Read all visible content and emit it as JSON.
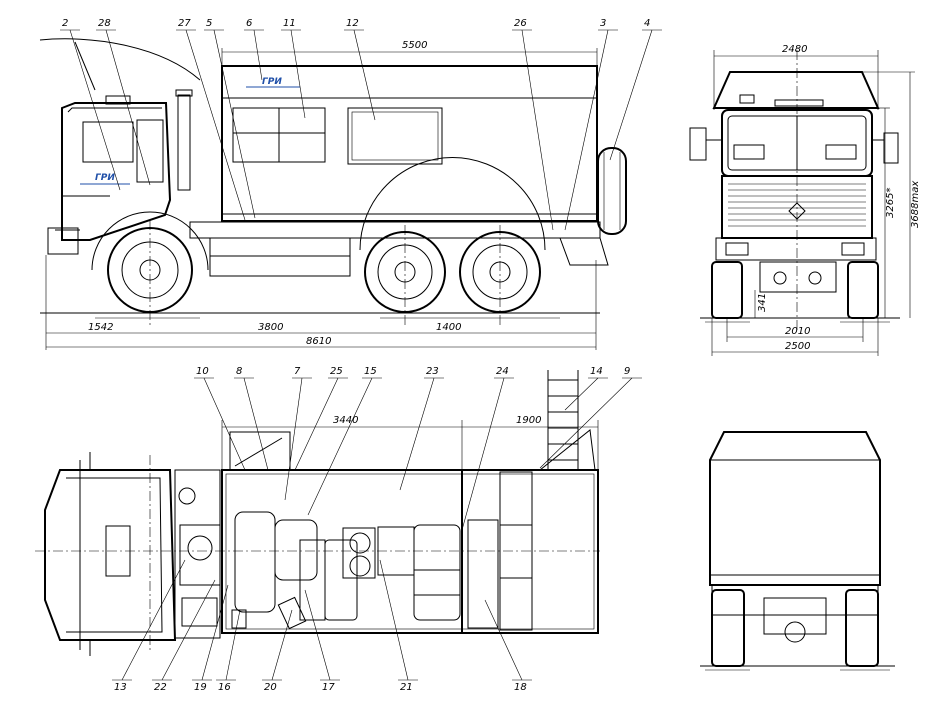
{
  "colors": {
    "line": "#000000",
    "background": "#ffffff",
    "logo": "#1f4fa8"
  },
  "side_view": {
    "callouts": [
      "2",
      "28",
      "27",
      "5",
      "6",
      "11",
      "12",
      "26",
      "3",
      "4"
    ],
    "dims": {
      "body_length": "5500",
      "front_overhang": "1542",
      "wheelbase": "3800",
      "rear_axles": "1400",
      "overall_length": "8610"
    },
    "logo_text": "ГРИ"
  },
  "front_view": {
    "dims": {
      "width_top": "2480",
      "height_body": "3265*",
      "height_max": "3688max",
      "track": "2010",
      "width_bottom": "2500",
      "ground": "341"
    }
  },
  "top_view": {
    "callouts_top": [
      "10",
      "8",
      "7",
      "25",
      "15",
      "23",
      "24",
      "14",
      "9"
    ],
    "callouts_bottom": [
      "13",
      "22",
      "19",
      "16",
      "20",
      "17",
      "21",
      "18"
    ],
    "dims": {
      "section1": "3440",
      "section2": "1900"
    }
  }
}
